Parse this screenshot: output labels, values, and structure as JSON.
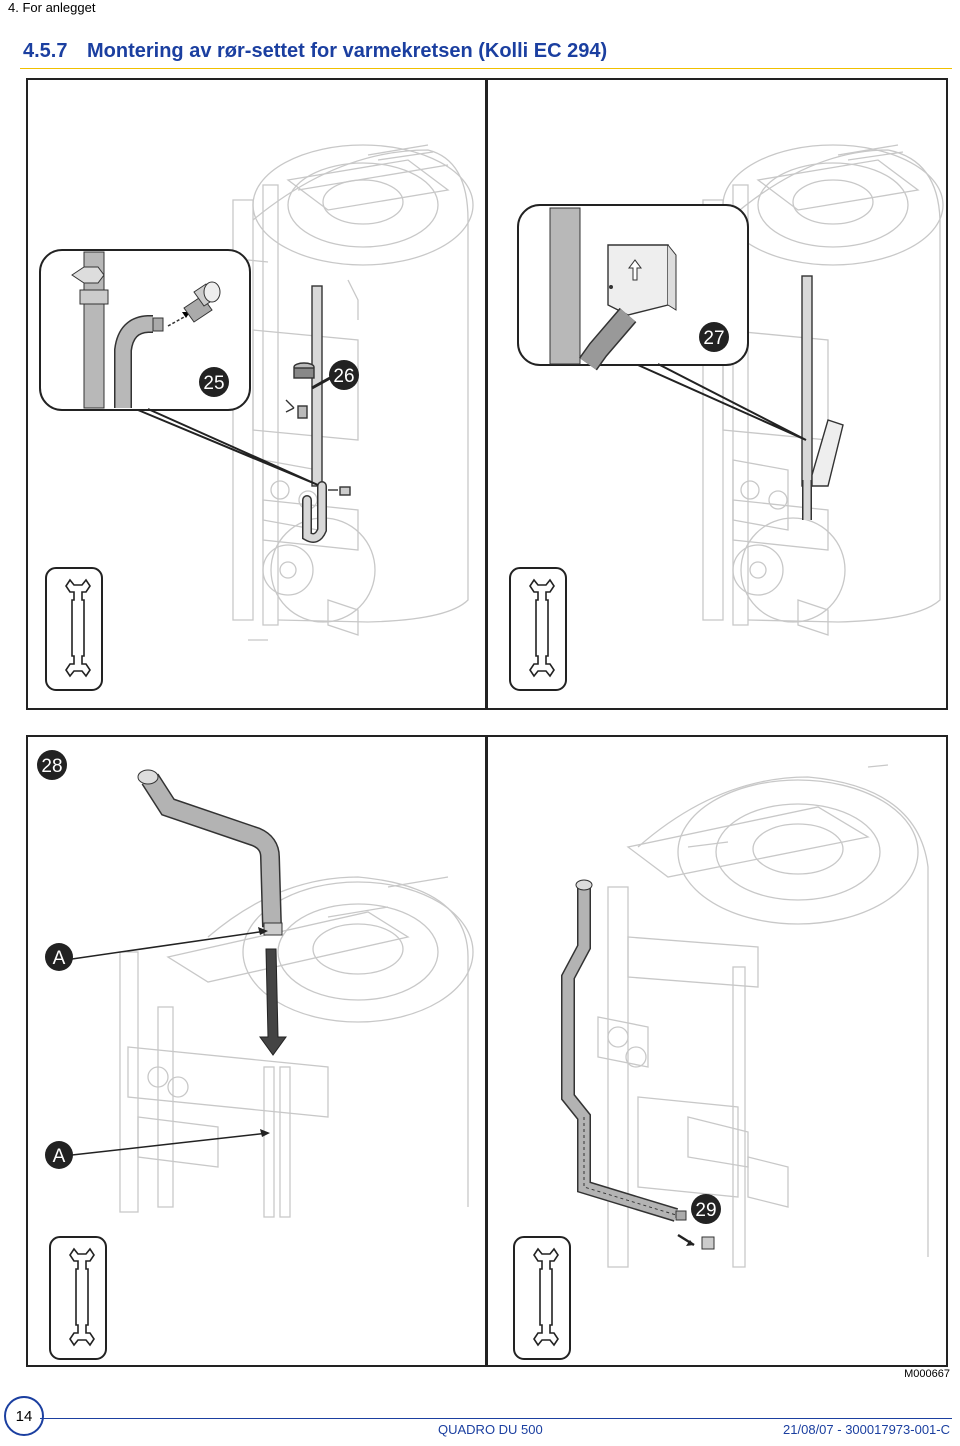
{
  "header": {
    "section": "4.  For anlegget"
  },
  "title": {
    "number": "4.5.7",
    "text": "Montering av rør-settet for varmekretsen (Kolli EC 294)"
  },
  "steps": {
    "s25": "25",
    "s26": "26",
    "s27": "27",
    "s28": "28",
    "s29": "29"
  },
  "callouts": {
    "a1": "A",
    "a2": "A"
  },
  "tools": {
    "tool_icon": "wrench-icon"
  },
  "figure_code": "M000667",
  "footer": {
    "page_number": "14",
    "product": "QUADRO DU 500",
    "reference": "21/08/07 - 300017973-001-C"
  },
  "colors": {
    "accent": "#1b3fa0",
    "rule": "#f0c000",
    "pipe": "#b3b3b3"
  }
}
